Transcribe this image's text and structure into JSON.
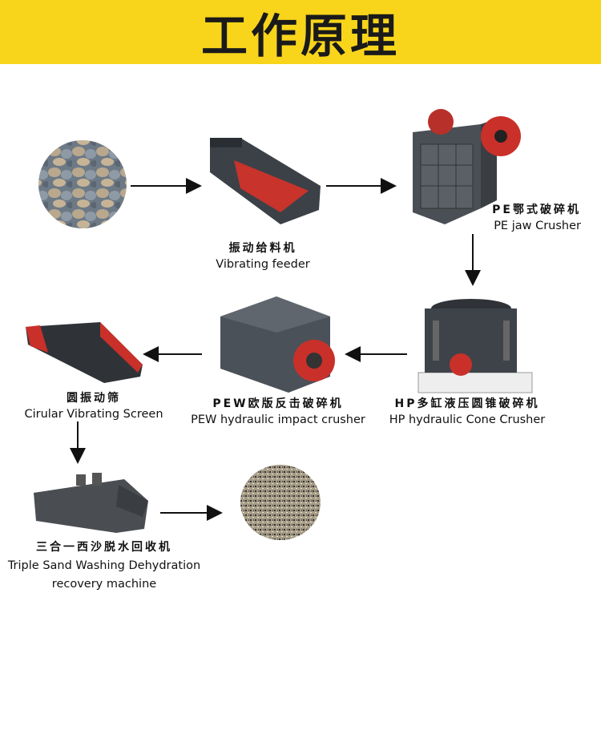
{
  "header": {
    "title": "工作原理",
    "background": "#f8d51a"
  },
  "steps": [
    {
      "id": "raw-stone"
    },
    {
      "id": "vibrating-feeder",
      "cn": "振动给料机",
      "en": "Vibrating  feeder"
    },
    {
      "id": "jaw-crusher",
      "cn": "PE鄂式破碎机",
      "en": "PE jaw  Crusher"
    },
    {
      "id": "cone-crusher",
      "cn": "HP多缸液压圆锥破碎机",
      "en": "HP hydraulic Cone Crusher"
    },
    {
      "id": "impact-crusher",
      "cn": "PEW欧版反击破碎机",
      "en": "PEW  hydraulic  impact  crusher"
    },
    {
      "id": "vibrating-screen",
      "cn": "圆振动筛",
      "en": "Cirular Vibrating Screen"
    },
    {
      "id": "sand-washer",
      "cn": "三合一西沙脱水回收机",
      "en": "Triple Sand Washing Dehydration",
      "en2": "recovery machine"
    },
    {
      "id": "sand-product"
    }
  ]
}
